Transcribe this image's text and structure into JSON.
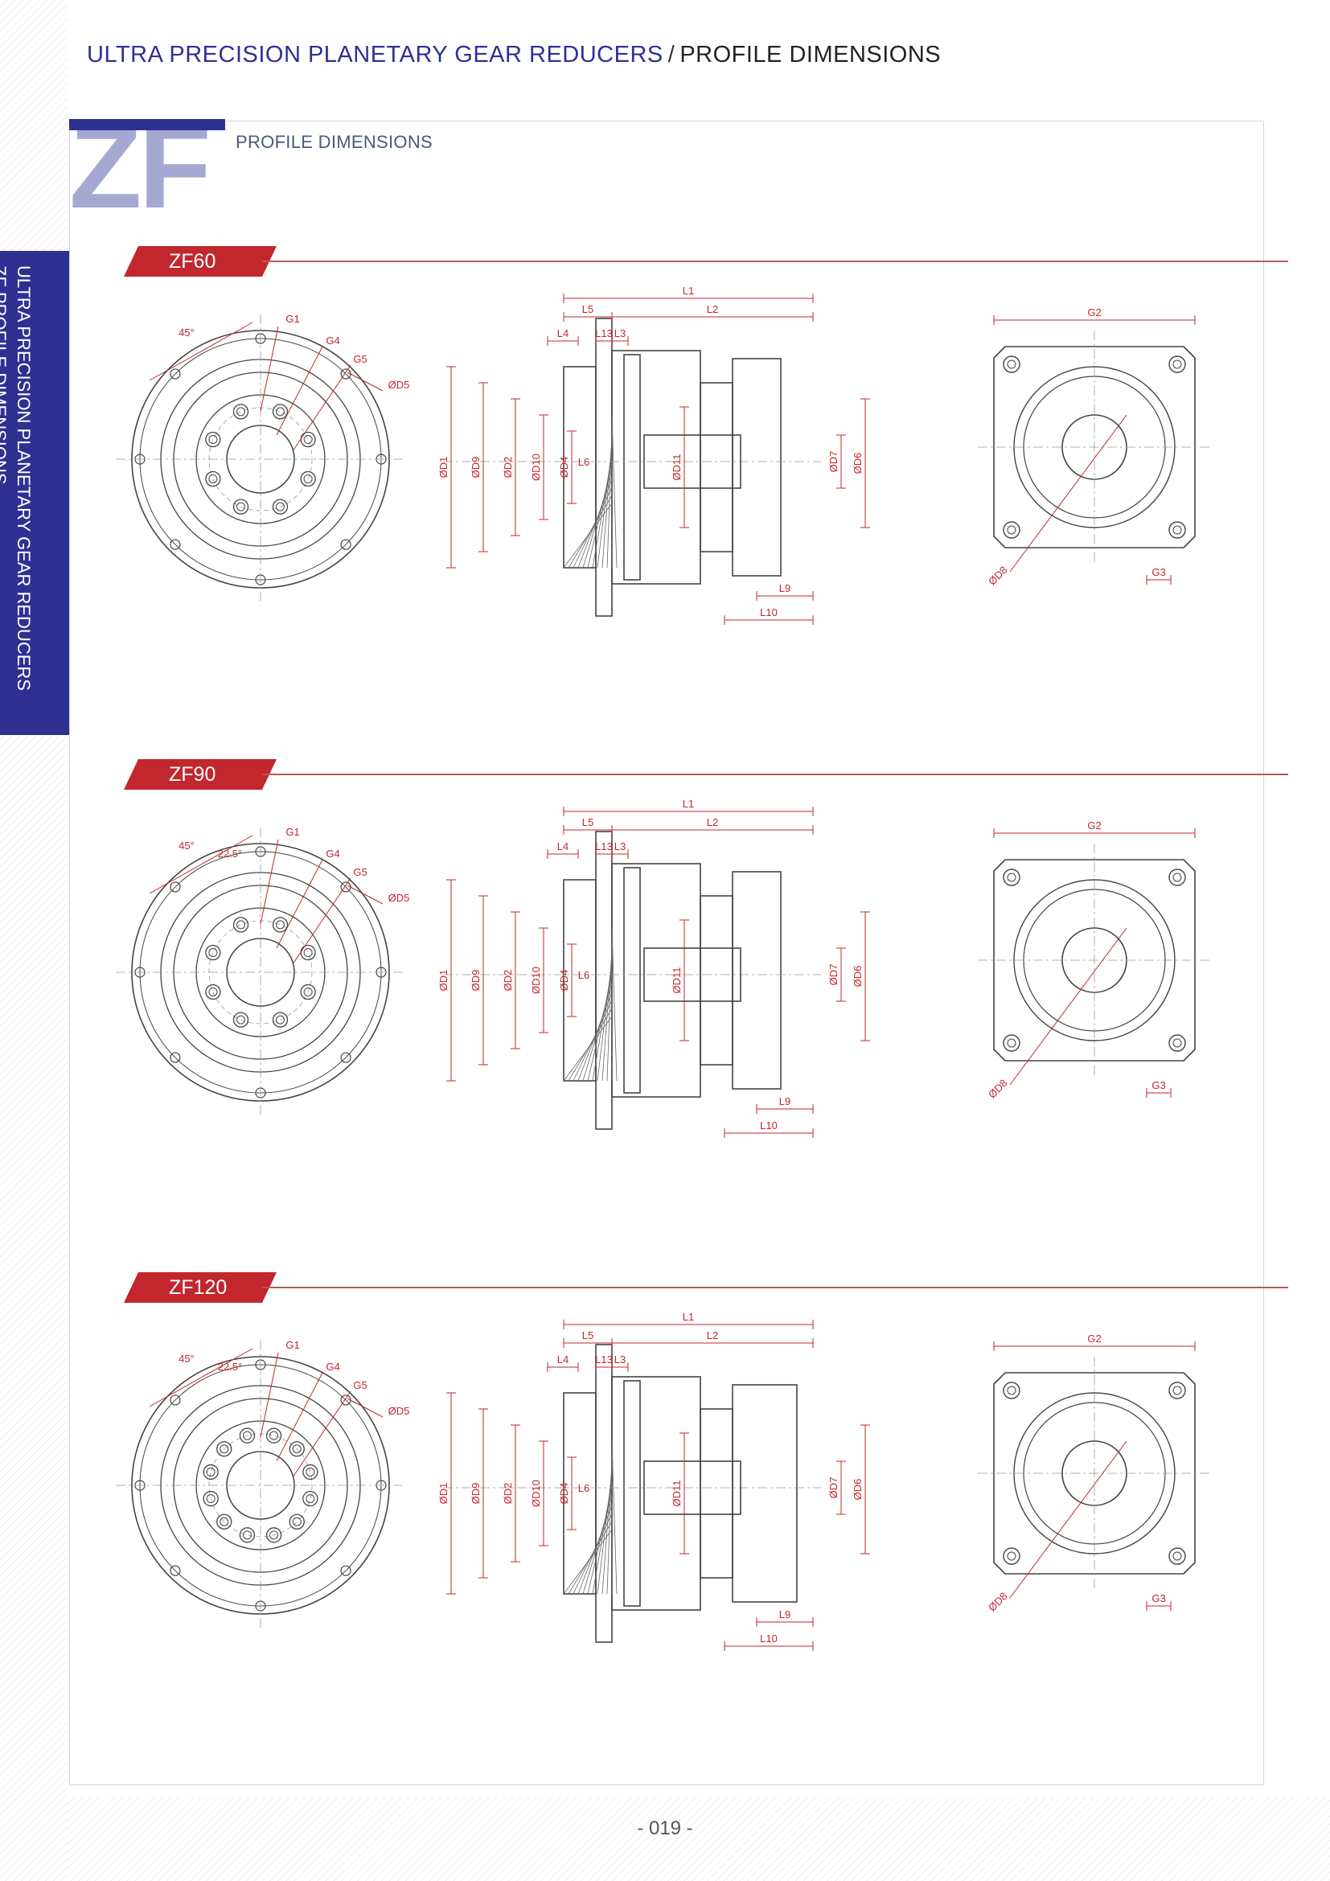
{
  "header": {
    "series": "ULTRA PRECISION PLANETARY GEAR REDUCERS",
    "separator": "/",
    "section": "PROFILE DIMENSIONS"
  },
  "logo": {
    "text": "ZF"
  },
  "page_subtitle": "PROFILE DIMENSIONS",
  "side_tab": {
    "line1": "ULTRA PRECISION PLANETARY GEAR REDUCERS",
    "line2": "ZF  PROFILE DIMENSIONS"
  },
  "sections": [
    {
      "model": "ZF60"
    },
    {
      "model": "ZF90"
    },
    {
      "model": "ZF120"
    }
  ],
  "dimension_labels": {
    "angle": "45°",
    "sub_angle": "22.5°",
    "g1": "G1",
    "g2": "G2",
    "g3": "G3",
    "g4": "G4",
    "g5": "G5",
    "d1": "ØD1",
    "d2": "ØD2",
    "d4": "ØD4",
    "d5": "ØD5",
    "d6": "ØD6",
    "d7": "ØD7",
    "d8": "ØD8",
    "d9": "ØD9",
    "d10": "ØD10",
    "d11": "ØD11",
    "l1": "L1",
    "l2": "L2",
    "l3": "L3",
    "l4": "L4",
    "l5": "L5",
    "l6": "L6",
    "l9": "L9",
    "l10": "L10",
    "l13": "L13"
  },
  "colors": {
    "brand_blue": "#2e3192",
    "brand_red": "#c1272d",
    "logo_light": "#a6a8d4",
    "dimension": "#c1272d"
  },
  "page_number": "- 019 -"
}
